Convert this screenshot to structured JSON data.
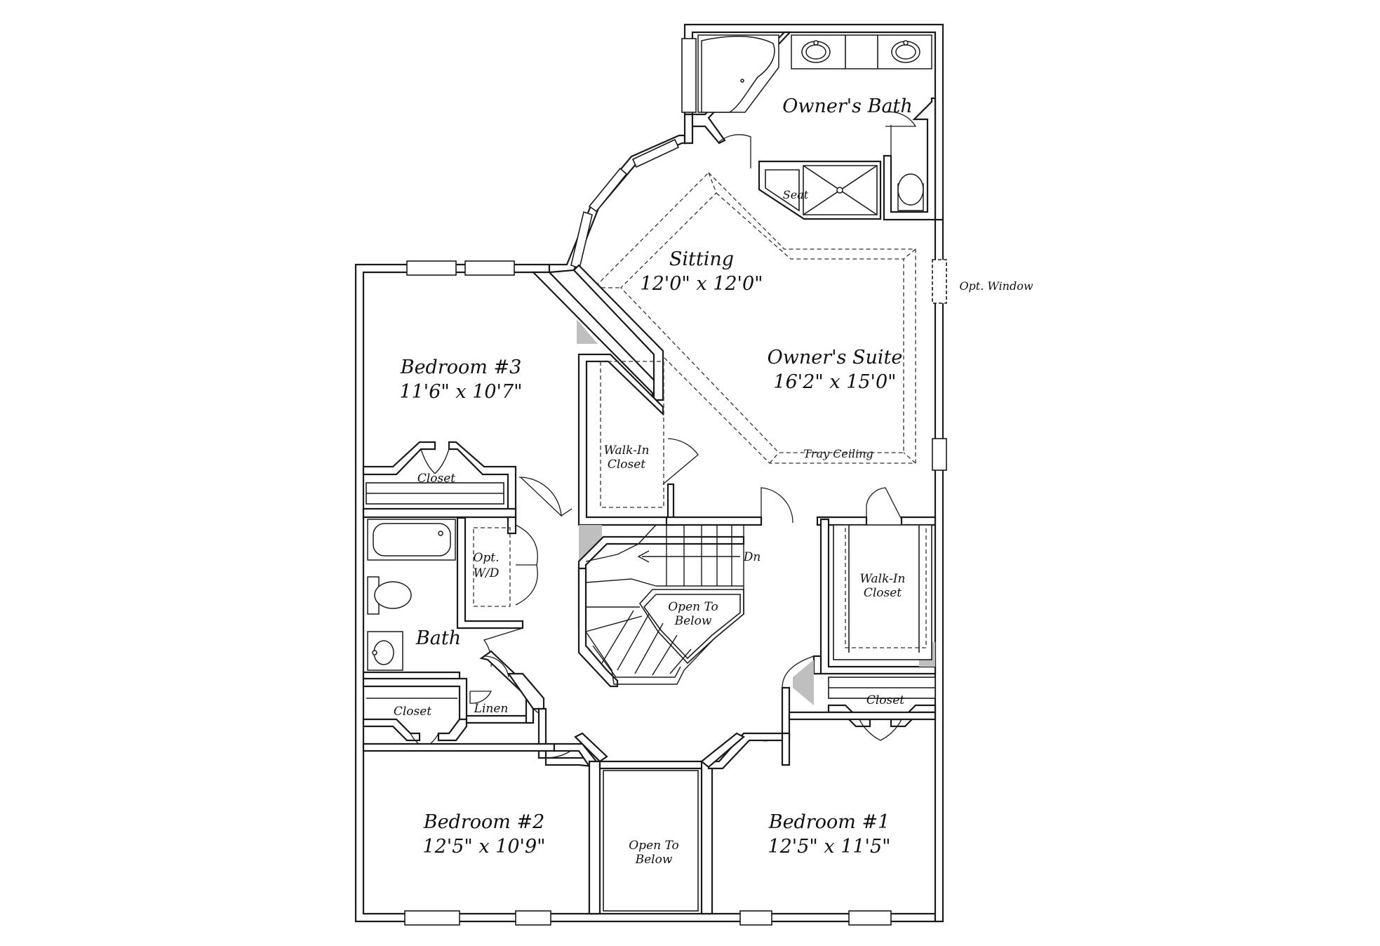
{
  "rooms": {
    "owners_bath": {
      "name": "Owner's Bath"
    },
    "seat": {
      "name": "Seat"
    },
    "sitting": {
      "name": "Sitting",
      "size": "12'0\" x 12'0\""
    },
    "owners_suite": {
      "name": "Owner's Suite",
      "size": "16'2\" x 15'0\""
    },
    "tray_ceiling": {
      "name": "Tray Ceiling"
    },
    "opt_window": {
      "name": "Opt. Window"
    },
    "bedroom3": {
      "name": "Bedroom #3",
      "size": "11'6\" x 10'7\""
    },
    "bedroom3_closet": {
      "name": "Closet"
    },
    "walkin_left": {
      "line1": "Walk-In",
      "line2": "Closet"
    },
    "opt_wd": {
      "line1": "Opt.",
      "line2": "W/D"
    },
    "stair_dn": {
      "name": "Dn"
    },
    "open_below_stair": {
      "line1": "Open To",
      "line2": "Below"
    },
    "walkin_right": {
      "line1": "Walk-In",
      "line2": "Closet"
    },
    "bath": {
      "name": "Bath"
    },
    "hall_closet": {
      "name": "Closet"
    },
    "linen": {
      "name": "Linen"
    },
    "bedroom1_closet": {
      "name": "Closet"
    },
    "bedroom2": {
      "name": "Bedroom #2",
      "size": "12'5\" x 10'9\""
    },
    "open_below_center": {
      "line1": "Open To",
      "line2": "Below"
    },
    "bedroom1": {
      "name": "Bedroom #1",
      "size": "12'5\" x 11'5\""
    }
  },
  "colors": {
    "wall": "#1a1a1a",
    "background": "#ffffff",
    "hatch": "#bfbfbf"
  }
}
